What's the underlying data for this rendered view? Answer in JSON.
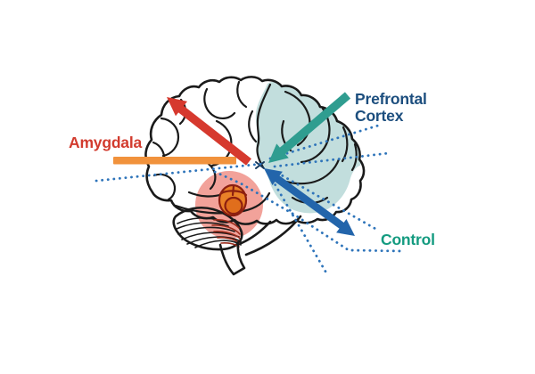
{
  "figure": {
    "description": "Side-view human brain diagram showing the amygdala and the prefrontal cortex with arrows indicating control",
    "background": "#ffffff"
  },
  "labels": {
    "amygdala": {
      "text": "Amygdala",
      "color": "#d23b2e"
    },
    "prefrontal_cortex": {
      "text": "Prefrontal Cortex",
      "line1": "Prefrontal",
      "line2": "Cortex",
      "color": "#1c4e7e"
    },
    "control": {
      "text": "Control",
      "color": "#149b80"
    }
  },
  "colors": {
    "outline": "#1a1a1a",
    "prefrontal_region": "#c2dedd",
    "highlight_pink": "#f2a29a",
    "amygdala_body": "#ea8128",
    "amygdala_inner": "#e06e1c",
    "amygdala_outline": "#8c1f10",
    "cerebellum_hatch_red": "#9b2b1b",
    "red_arrow": "#d6392e",
    "orange_bar": "#f1923c",
    "teal_arrow": "#2f9d90",
    "blue_arrow": "#2365ab",
    "dotted_blue": "#2e74ba"
  },
  "arrows": {
    "amygdala_red": {
      "meaning": "amygdala impulse",
      "direction": "up-left",
      "color": "#d6392e"
    },
    "amygdala_orange_bar": {
      "meaning": "amygdala pointer bar",
      "direction": "right",
      "color": "#f1923c"
    },
    "prefrontal_teal": {
      "meaning": "prefrontal cortex input",
      "direction": "down-left",
      "color": "#2f9d90"
    },
    "control_blue": {
      "meaning": "control pathway",
      "direction": "double-headed",
      "color": "#2365ab"
    }
  }
}
